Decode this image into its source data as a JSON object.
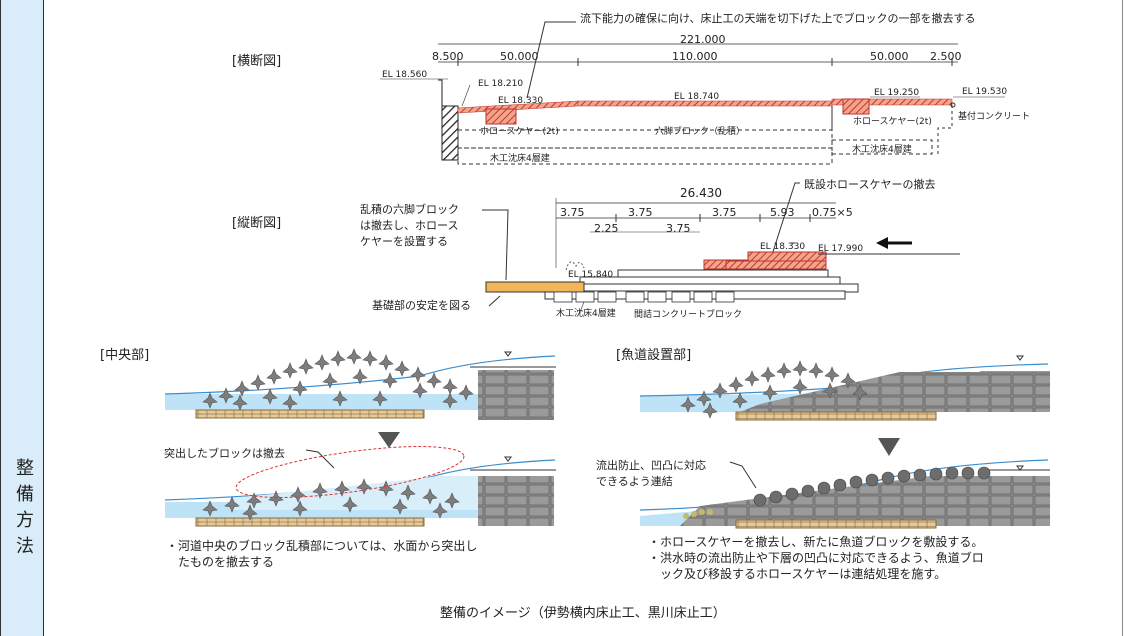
{
  "side_label": "整備方法",
  "cross_section": {
    "label": "[横断図]",
    "callout": "流下能力の確保に向け、床止工の天端を切下げた上でブロックの一部を撤去する",
    "dim_total": "221.000",
    "dim_parts": [
      "8.500",
      "50.000",
      "110.000",
      "50.000",
      "2.500"
    ],
    "el_labels": [
      "EL 18.560",
      "EL 18.210",
      "EL 18.330",
      "EL 18.740",
      "EL 19.250",
      "EL 19.530"
    ],
    "hollow_left": "ホロースケヤー(2t)",
    "center_block": "六脚ブロック（乱積）",
    "hollow_right": "ホロースケヤー(2t)",
    "right_label": "基付コンクリート",
    "bed_left": "木工沈床4層建",
    "bed_right": "木工沈床4層建"
  },
  "long_section": {
    "label": "[縦断図]",
    "callout_top": "既設ホロースケヤーの撤去",
    "callout_left": [
      "乱積の六脚ブロック",
      "は撤去し、ホロース",
      "ケヤーを設置する"
    ],
    "callout_bottom": "基礎部の安定を図る",
    "dim_total": "26.430",
    "dim_row1": [
      "3.75",
      "3.75",
      "3.75",
      "5.93",
      "0.75×5"
    ],
    "dim_row2": [
      "2.25",
      "3.75"
    ],
    "el_labels": [
      "EL 18.330",
      "EL 17.990",
      "EL 15.840"
    ],
    "bed_label": "木工沈床4層建",
    "block_label": "間詰コンクリートブロック"
  },
  "center": {
    "label": "[中央部]",
    "callout": "突出したブロックは撤去",
    "bullets": [
      "・河道中央のブロック乱積部については、水面から突出し",
      "たものを撤去する"
    ]
  },
  "fishway": {
    "label": "[魚道設置部]",
    "callout": [
      "流出防止、凹凸に対応",
      "できるよう連結"
    ],
    "bullets": [
      "・ホロースケヤーを撤去し、新たに魚道ブロックを敷設する。",
      "・洪水時の流出防止や下層の凹凸に対応できるよう、魚道ブロ",
      "ック及び移設するホロースケヤーは連結処理を施す。"
    ]
  },
  "caption": "整備のイメージ（伊勢横内床止工、黒川床止工）",
  "colors": {
    "sidebar": "#d9ecfa",
    "hatch": "#e06a4a",
    "water": "#bfe3f6",
    "wood": "#e2c9a0",
    "block": "#8a8a8a"
  }
}
